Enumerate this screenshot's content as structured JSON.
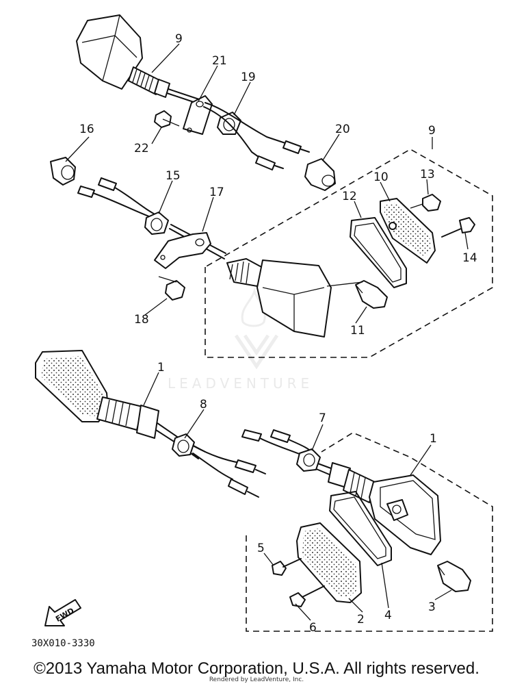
{
  "diagram": {
    "code": "30X010-3330",
    "fwd_label": "FWD",
    "watermark": "LEADVENTURE",
    "callouts": {
      "c1a": "1",
      "c1b": "1",
      "c2": "2",
      "c3": "3",
      "c4": "4",
      "c5": "5",
      "c6": "6",
      "c7": "7",
      "c8": "8",
      "c9a": "9",
      "c9b": "9",
      "c10": "10",
      "c11": "11",
      "c12": "12",
      "c13": "13",
      "c14": "14",
      "c15": "15",
      "c16": "16",
      "c17": "17",
      "c18": "18",
      "c19": "19",
      "c20": "20",
      "c21": "21",
      "c22": "22"
    }
  },
  "footer": {
    "copyright": "©2013 Yamaha Motor Corporation, U.S.A. All rights reserved.",
    "rendered_by": "Rendered by LeadVenture, Inc."
  }
}
